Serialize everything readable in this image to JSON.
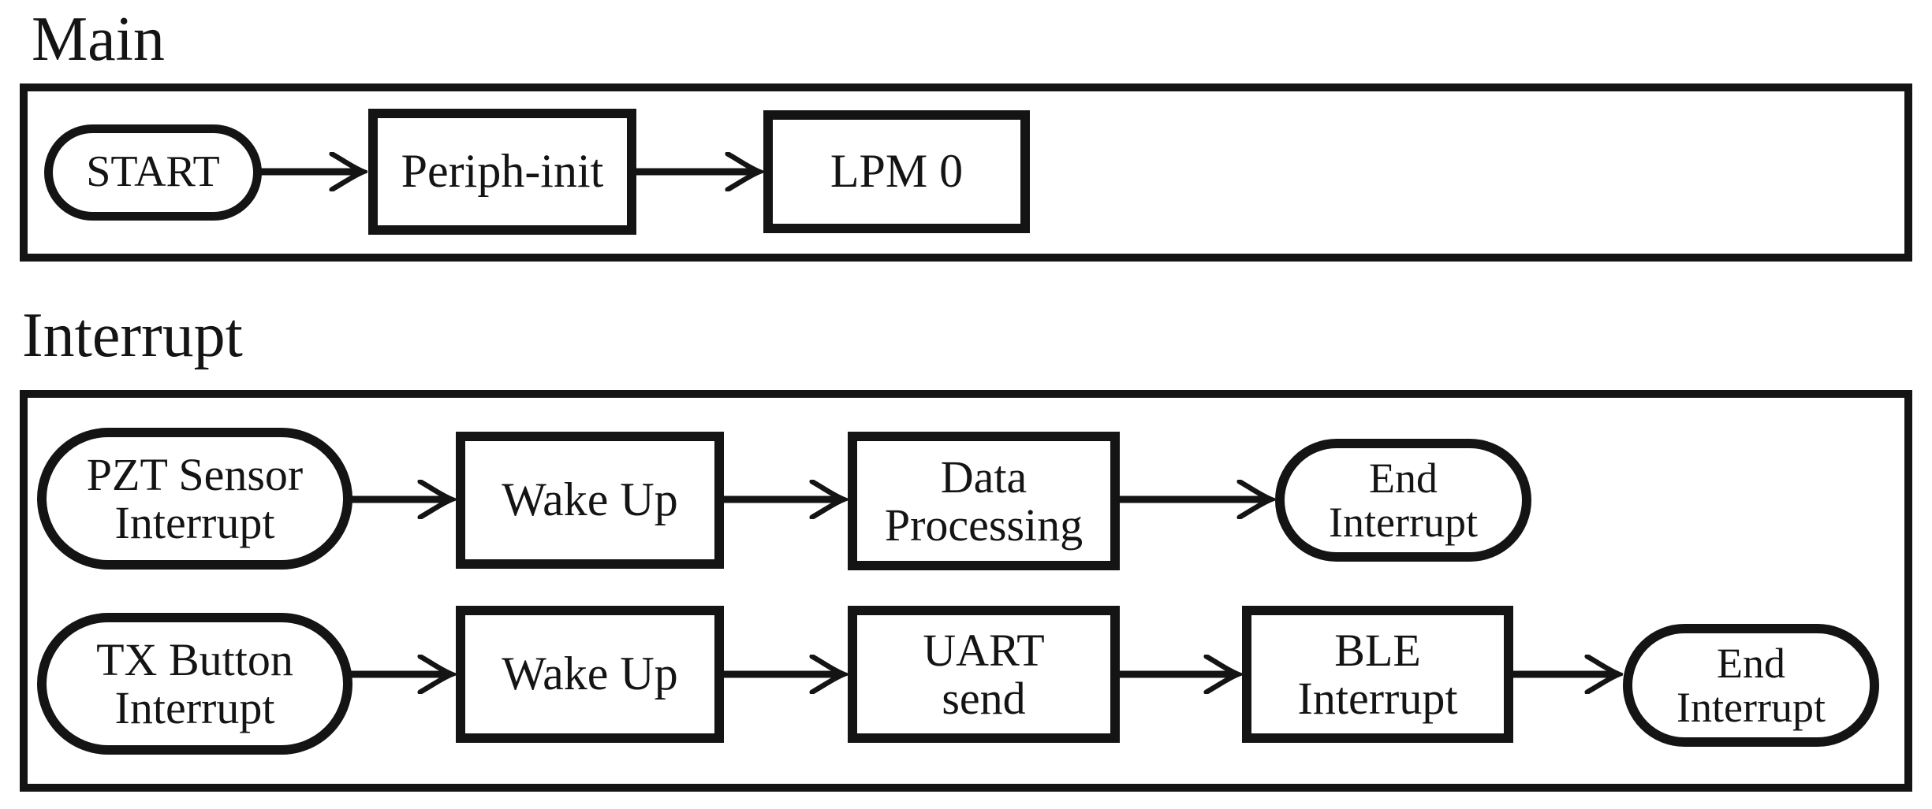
{
  "colors": {
    "ink": "#141414",
    "background": "#ffffff"
  },
  "main": {
    "title": "Main",
    "start": "START",
    "periph_init": "Periph-init",
    "lpm0": "LPM 0"
  },
  "interrupt": {
    "title": "Interrupt",
    "pzt_row": {
      "source": "PZT Sensor\nInterrupt",
      "wake_up": "Wake Up",
      "data_processing": "Data\nProcessing",
      "end": "End\nInterrupt"
    },
    "tx_row": {
      "source": "TX Button\nInterrupt",
      "wake_up": "Wake Up",
      "uart_send": "UART\nsend",
      "ble_interrupt": "BLE\nInterrupt",
      "end": "End\nInterrupt"
    }
  },
  "edges": [
    {
      "from": "START",
      "to": "Periph-init"
    },
    {
      "from": "Periph-init",
      "to": "LPM 0"
    },
    {
      "from": "PZT Sensor Interrupt",
      "to": "Wake Up"
    },
    {
      "from": "Wake Up",
      "to": "Data Processing"
    },
    {
      "from": "Data Processing",
      "to": "End Interrupt"
    },
    {
      "from": "TX Button Interrupt",
      "to": "Wake Up"
    },
    {
      "from": "Wake Up",
      "to": "UART send"
    },
    {
      "from": "UART send",
      "to": "BLE Interrupt"
    },
    {
      "from": "BLE Interrupt",
      "to": "End Interrupt"
    }
  ]
}
